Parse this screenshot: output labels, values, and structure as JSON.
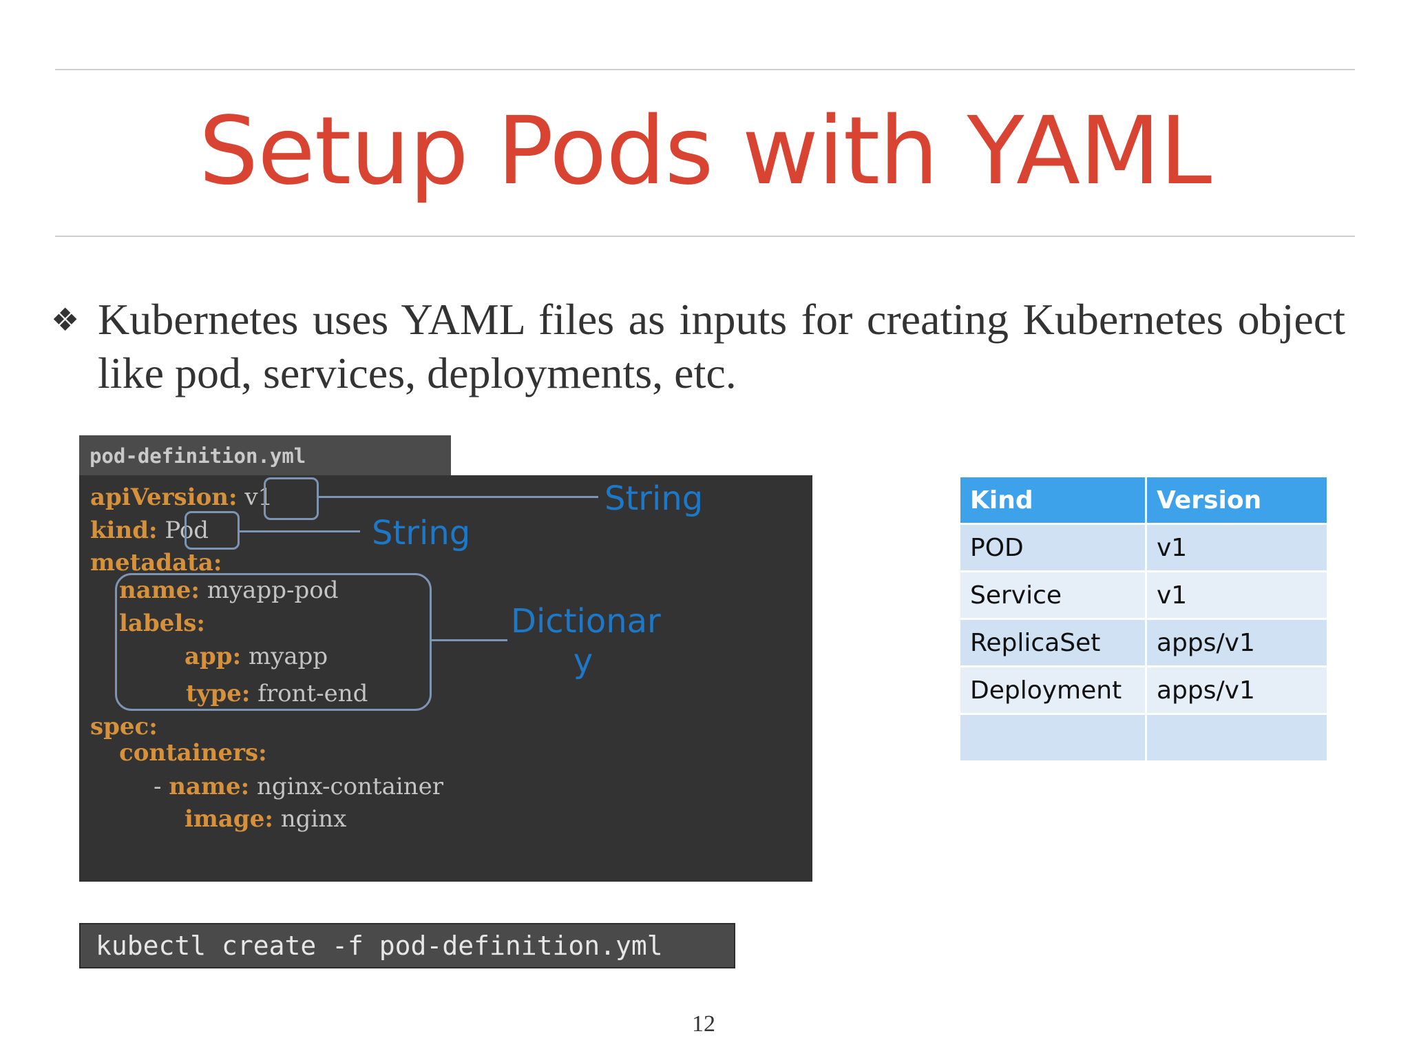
{
  "slide": {
    "title": "Setup Pods with YAML",
    "bullet_text": "Kubernetes uses YAML files as inputs for creating Kubernetes object like pod, services, deployments, etc.",
    "bullet_icon": "diamond-bullet-icon",
    "page_number": "12"
  },
  "code": {
    "filename": "pod-definition.yml",
    "lines": [
      {
        "key": "apiVersion:",
        "value": " v1"
      },
      {
        "key": "kind:",
        "value": " Pod"
      },
      {
        "key": "metadata:",
        "value": ""
      },
      {
        "key": "name:",
        "value": " myapp-pod"
      },
      {
        "key": "labels:",
        "value": ""
      },
      {
        "key": "app:",
        "value": " myapp"
      },
      {
        "key": "type:",
        "value": " front-end"
      },
      {
        "key": "spec:",
        "value": ""
      },
      {
        "key": "containers:",
        "value": ""
      },
      {
        "prefix": "- ",
        "key": "name:",
        "value": " nginx-container"
      },
      {
        "key": "image:",
        "value": " nginx"
      }
    ],
    "annotations": {
      "api_version": "String",
      "kind": "String",
      "labels_line1": "Dictionar",
      "labels_line2": "y"
    },
    "command": "kubectl create -f pod-definition.yml"
  },
  "table": {
    "headers": [
      "Kind",
      "Version"
    ],
    "rows": [
      [
        "POD",
        "v1"
      ],
      [
        "Service",
        "v1"
      ],
      [
        "ReplicaSet",
        "apps/v1"
      ],
      [
        "Deployment",
        "apps/v1"
      ],
      [
        "",
        ""
      ]
    ]
  },
  "colors": {
    "title": "#d94332",
    "annotation": "#1c78c8",
    "table_header": "#3da2ea",
    "yaml_key": "#d6913a"
  }
}
